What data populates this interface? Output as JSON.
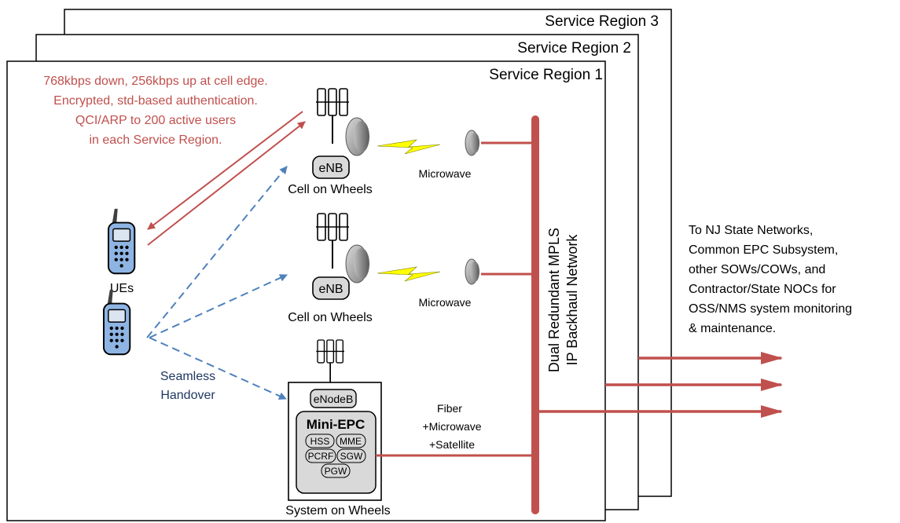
{
  "regions": {
    "r1": "Service Region 1",
    "r2": "Service Region 2",
    "r3": "Service Region 3"
  },
  "performance_note": [
    "768kbps down, 256kbps up at cell edge.",
    "Encrypted, std-based authentication.",
    "QCI/ARP to 200 active users",
    "in each Service Region."
  ],
  "ues_label": "UEs",
  "handover_label": [
    "Seamless",
    "Handover"
  ],
  "sites": {
    "cow1": {
      "enb": "eNB",
      "caption": "Cell on Wheels",
      "link": "Microwave"
    },
    "cow2": {
      "enb": "eNB",
      "caption": "Cell on Wheels",
      "link": "Microwave"
    },
    "sow": {
      "enodeb": "eNodeB",
      "title": "Mini-EPC",
      "nodes": {
        "hss": "HSS",
        "mme": "MME",
        "pcrf": "PCRF",
        "sgw": "SGW",
        "pgw": "PGW"
      },
      "caption": "System on Wheels",
      "link": [
        "Fiber",
        "+Microwave",
        "+Satellite"
      ]
    }
  },
  "backhaul": [
    "Dual Redundant MPLS",
    "IP Backhaul Network"
  ],
  "external_note": [
    "To NJ State Networks,",
    "Common EPC Subsystem,",
    "other SOWs/COWs, and",
    "Contractor/State NOCs for",
    "OSS/NMS system monitoring",
    "& maintenance."
  ],
  "colors": {
    "red": "#c0504d",
    "blue": "#4f81bd",
    "navy": "#1f3864",
    "lightning": "#ffff00"
  }
}
